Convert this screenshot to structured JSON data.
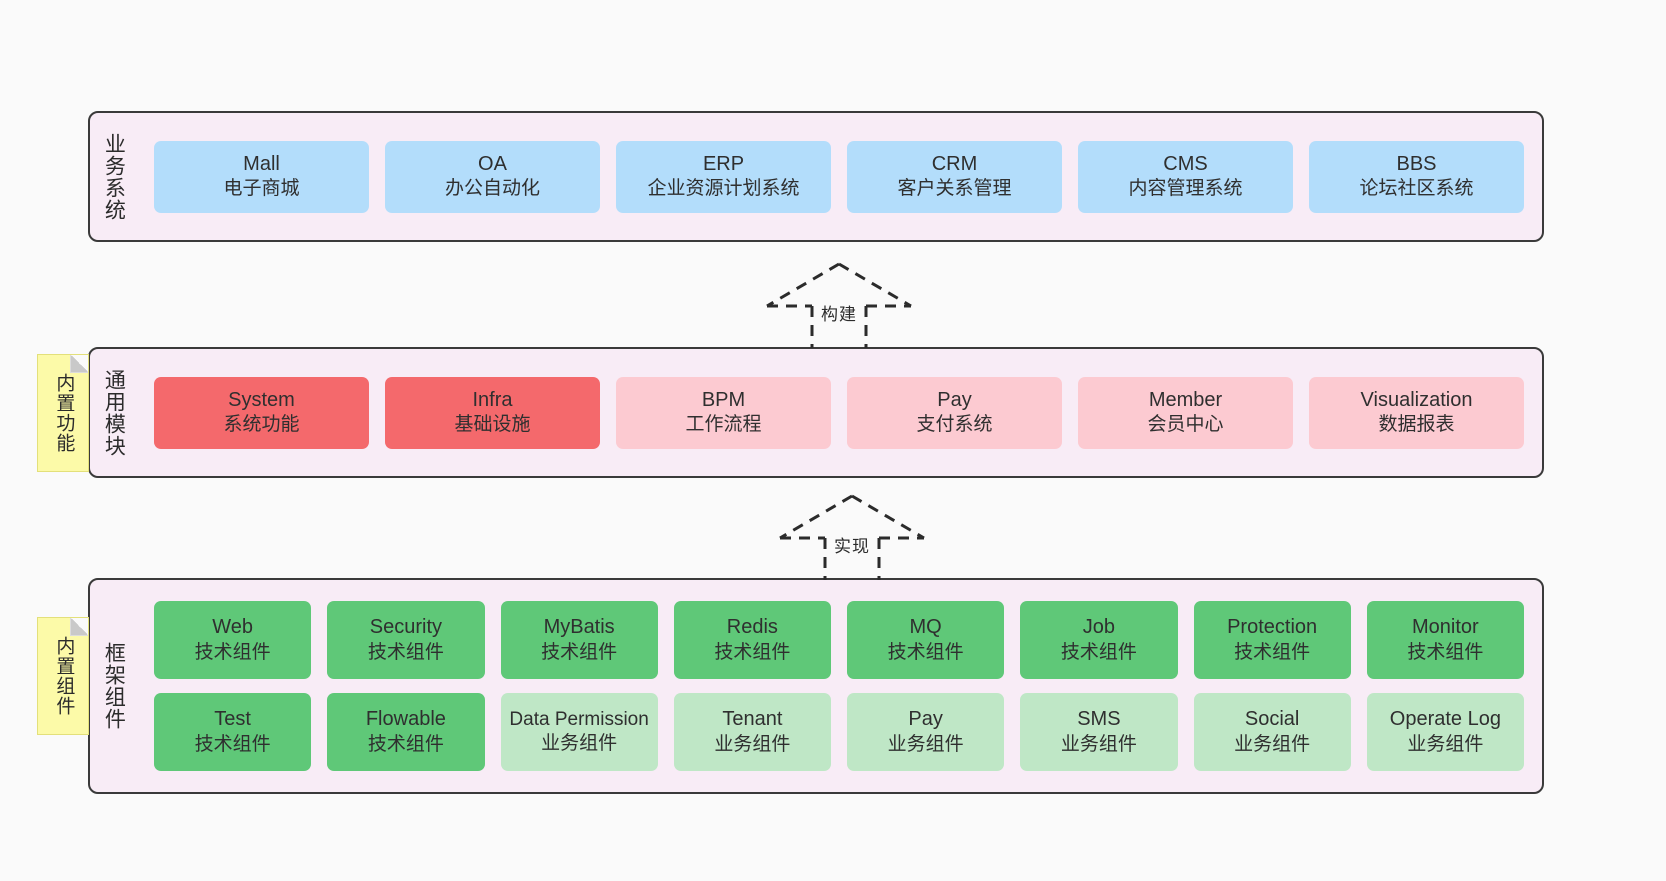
{
  "diagram": {
    "colors": {
      "background": "#fafafa",
      "layer_bg": "#f8ecf6",
      "layer_border": "#3a3a3a",
      "business_card": "#b3ddfb",
      "core_module": "#f4696c",
      "module_card": "#fccad1",
      "tech_component": "#5fc878",
      "biz_component": "#bfe7c6",
      "note_bg": "#fcfaa8"
    }
  },
  "layers": [
    {
      "id": "business",
      "title": "业务系统",
      "rows": [
        [
          {
            "en": "Mall",
            "zh": "电子商城"
          },
          {
            "en": "OA",
            "zh": "办公自动化"
          },
          {
            "en": "ERP",
            "zh": "企业资源计划系统"
          },
          {
            "en": "CRM",
            "zh": "客户关系管理"
          },
          {
            "en": "CMS",
            "zh": "内容管理系统"
          },
          {
            "en": "BBS",
            "zh": "论坛社区系统"
          }
        ]
      ]
    },
    {
      "id": "common",
      "title": "通用模块",
      "note": "内置功能",
      "rows": [
        [
          {
            "en": "System",
            "zh": "系统功能"
          },
          {
            "en": "Infra",
            "zh": "基础设施"
          },
          {
            "en": "BPM",
            "zh": "工作流程"
          },
          {
            "en": "Pay",
            "zh": "支付系统"
          },
          {
            "en": "Member",
            "zh": "会员中心"
          },
          {
            "en": "Visualization",
            "zh": "数据报表"
          }
        ]
      ]
    },
    {
      "id": "framework",
      "title": "框架组件",
      "note": "内置组件",
      "rows": [
        [
          {
            "en": "Web",
            "zh": "技术组件"
          },
          {
            "en": "Security",
            "zh": "技术组件"
          },
          {
            "en": "MyBatis",
            "zh": "技术组件"
          },
          {
            "en": "Redis",
            "zh": "技术组件"
          },
          {
            "en": "MQ",
            "zh": "技术组件"
          },
          {
            "en": "Job",
            "zh": "技术组件"
          },
          {
            "en": "Protection",
            "zh": "技术组件"
          },
          {
            "en": "Monitor",
            "zh": "技术组件"
          }
        ],
        [
          {
            "en": "Test",
            "zh": "技术组件"
          },
          {
            "en": "Flowable",
            "zh": "技术组件"
          },
          {
            "en": "Data Permission",
            "zh": "业务组件"
          },
          {
            "en": "Tenant",
            "zh": "业务组件"
          },
          {
            "en": "Pay",
            "zh": "业务组件"
          },
          {
            "en": "SMS",
            "zh": "业务组件"
          },
          {
            "en": "Social",
            "zh": "业务组件"
          },
          {
            "en": "Operate Log",
            "zh": "业务组件"
          }
        ]
      ]
    }
  ],
  "connectors": [
    {
      "id": "build",
      "label": "构建"
    },
    {
      "id": "implement",
      "label": "实现"
    }
  ]
}
